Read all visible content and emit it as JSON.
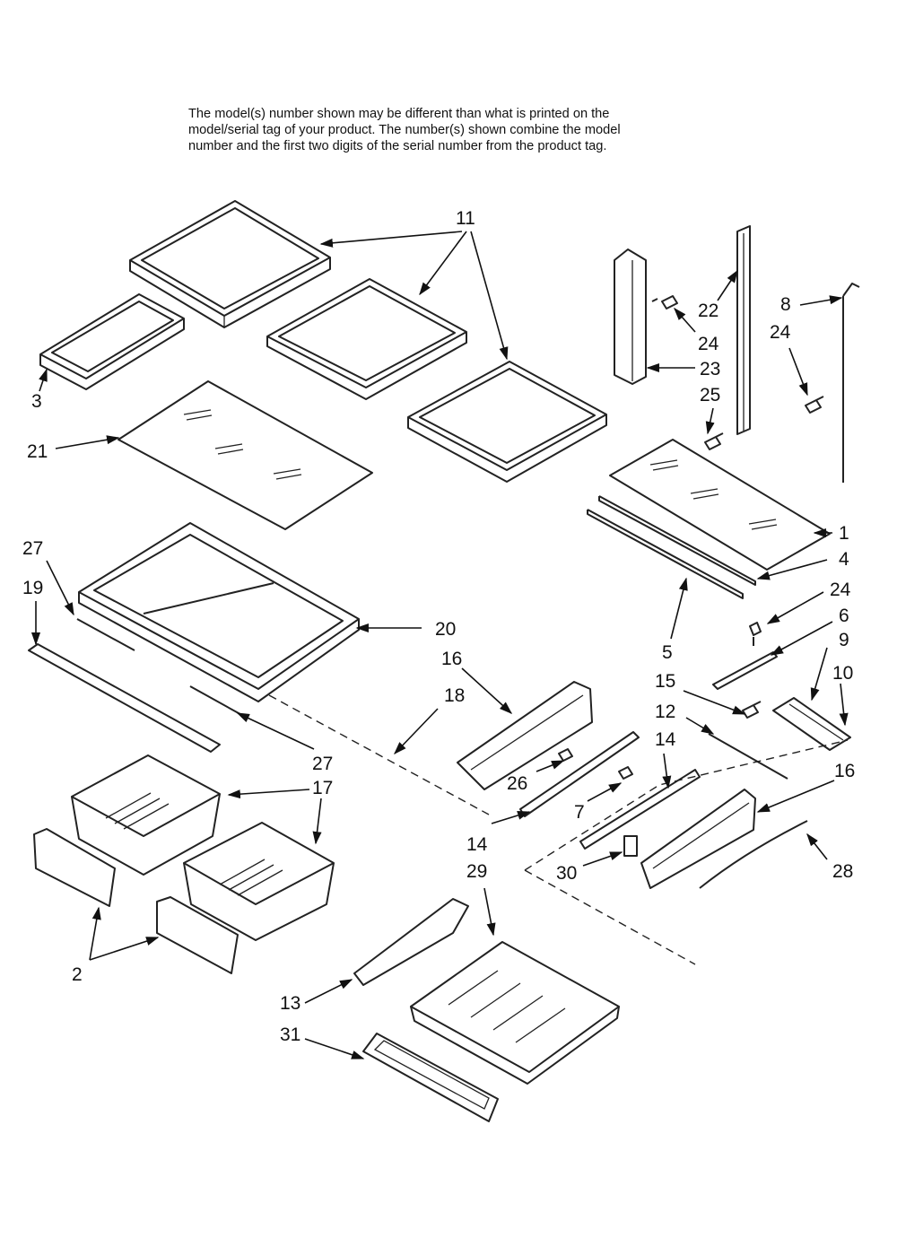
{
  "note": "The model(s) number shown may be different than what is printed on the\nmodel/serial tag of your product. The number(s) shown combine the model\nnumber and the first two digits of the serial number from the product tag.",
  "callouts": {
    "c1": "1",
    "c2": "2",
    "c3": "3",
    "c4": "4",
    "c5": "5",
    "c6": "6",
    "c7": "7",
    "c8": "8",
    "c9": "9",
    "c10": "10",
    "c11": "11",
    "c12": "12",
    "c13": "13",
    "c14a": "14",
    "c14b": "14",
    "c15": "15",
    "c16a": "16",
    "c16b": "16",
    "c17": "17",
    "c18": "18",
    "c19": "19",
    "c20": "20",
    "c21": "21",
    "c22": "22",
    "c23": "23",
    "c24a": "24",
    "c24b": "24",
    "c24c": "24",
    "c25": "25",
    "c26": "26",
    "c27a": "27",
    "c27b": "27",
    "c28": "28",
    "c29": "29",
    "c30": "30",
    "c31": "31"
  }
}
